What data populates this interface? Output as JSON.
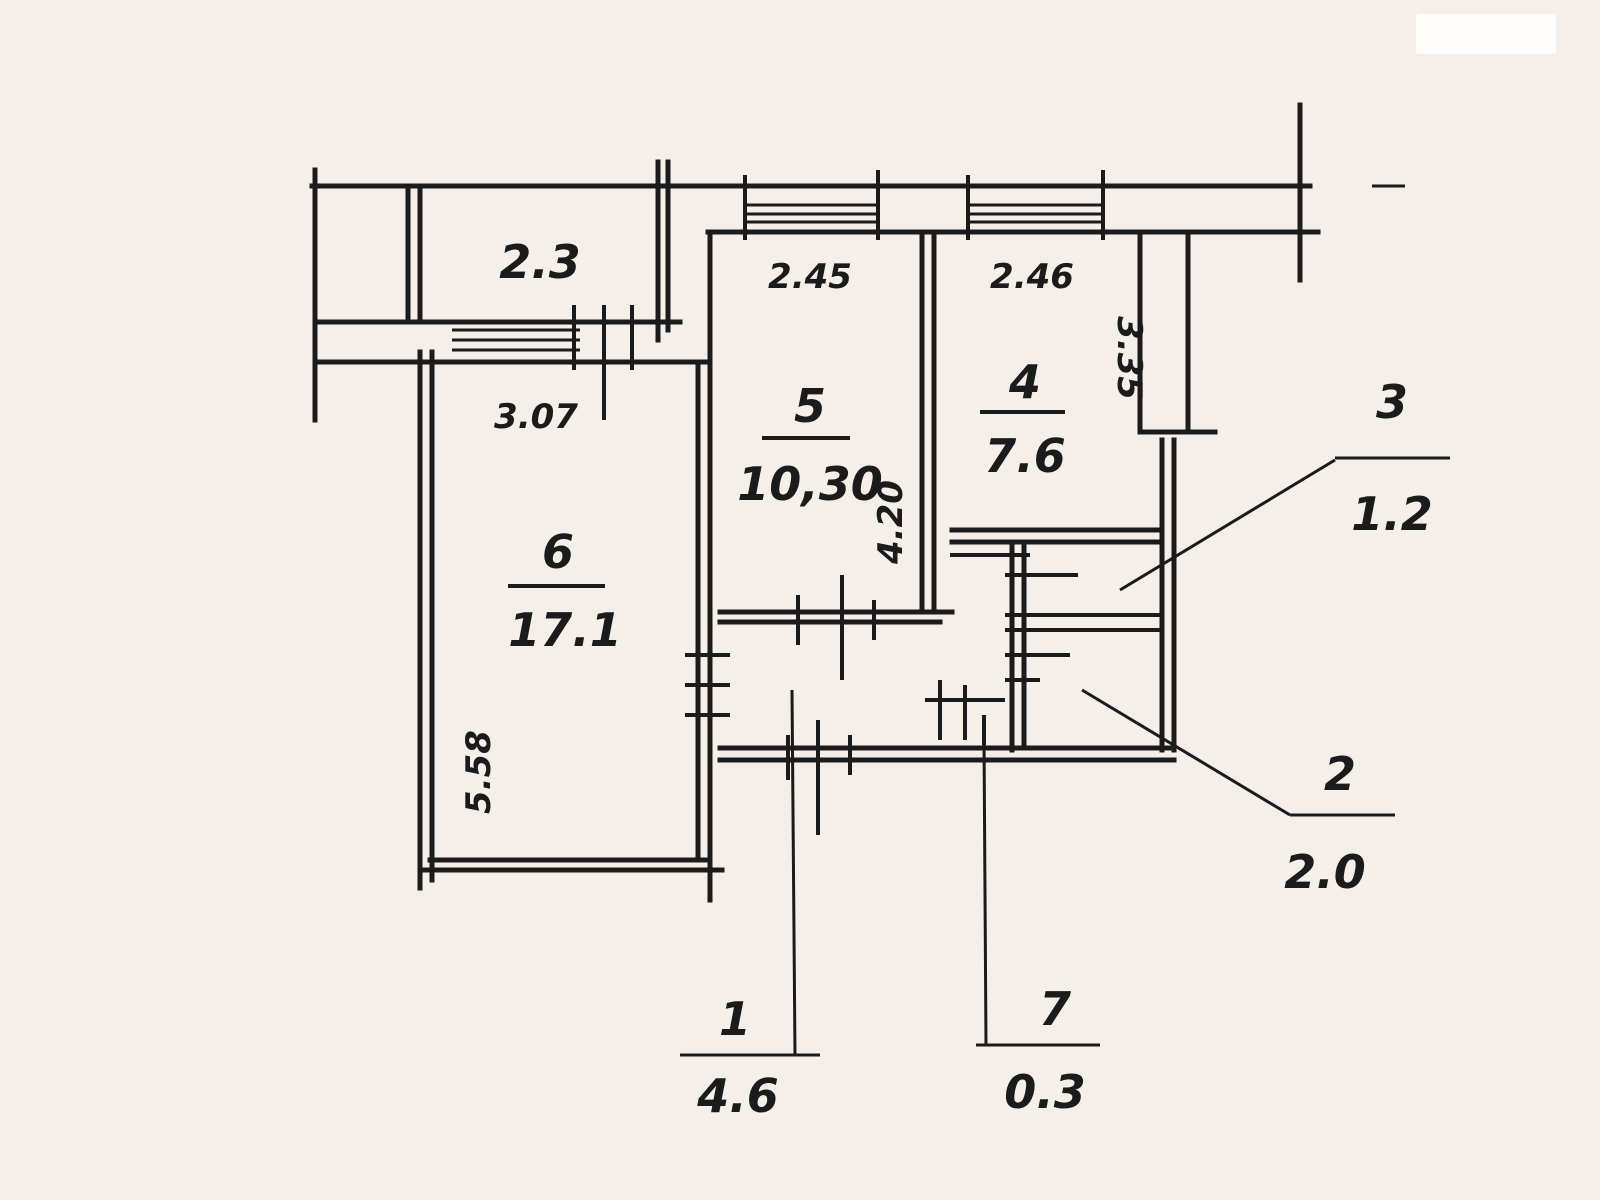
{
  "rooms": [
    {
      "num": "1",
      "area": "4.6"
    },
    {
      "num": "2",
      "area": "2.0"
    },
    {
      "num": "3",
      "area": "1.2"
    },
    {
      "num": "4",
      "area": "7.6"
    },
    {
      "num": "5",
      "area": "10,30"
    },
    {
      "num": "6",
      "area": "17.1"
    },
    {
      "num": "7",
      "area": "0.3"
    }
  ],
  "balcony_area": "2.3",
  "dimensions": {
    "room5_width": "2.45",
    "room4_width": "2.46",
    "room4_depth": "3.35",
    "room5_depth": "4.20",
    "room6_width": "3.07",
    "room6_depth": "5.58"
  },
  "colors": {
    "paper": "#f4efe9",
    "ink": "#1b1b1b"
  }
}
